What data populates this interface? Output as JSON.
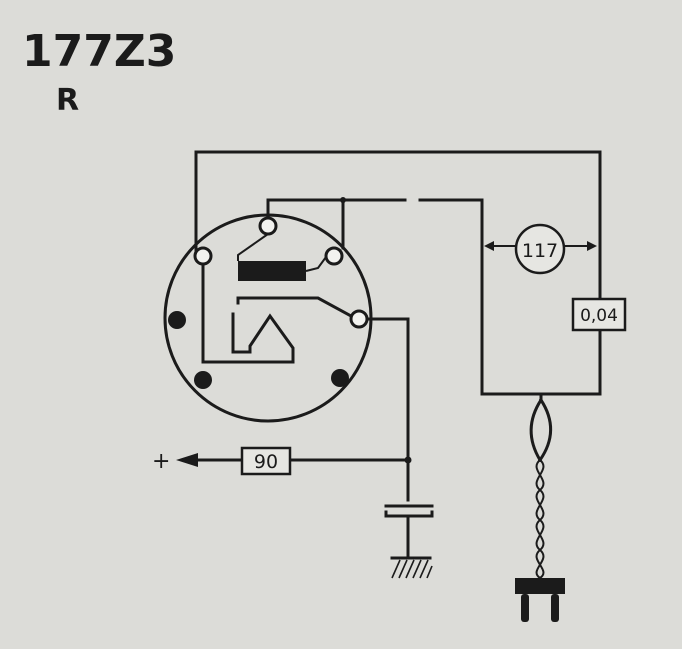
{
  "header": {
    "code": "177Z3",
    "suffix": "R"
  },
  "labels": {
    "plus": "+",
    "box_90": "90",
    "circle_117": "117",
    "box_004": "0,04"
  },
  "colors": {
    "background": "#dcdcd8",
    "ink": "#1b1b1b"
  }
}
